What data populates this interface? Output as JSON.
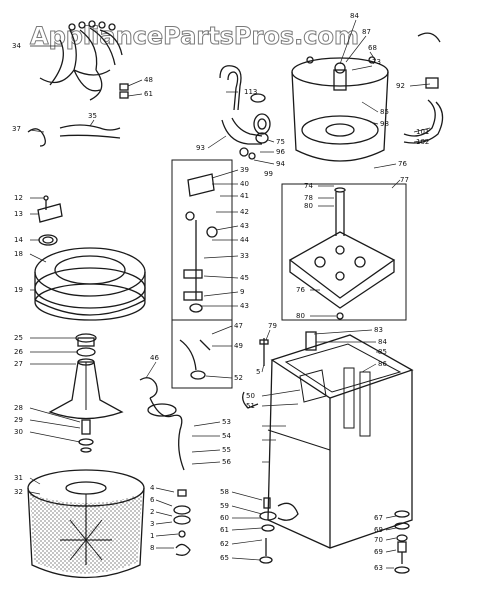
{
  "watermark": "AppliancePartsPros.com",
  "callouts": [
    {
      "text": "34"
    },
    {
      "text": "48"
    },
    {
      "text": "61"
    },
    {
      "text": "37"
    },
    {
      "text": "35"
    },
    {
      "text": "12"
    },
    {
      "text": "13"
    },
    {
      "text": "14"
    },
    {
      "text": "18"
    },
    {
      "text": "19"
    },
    {
      "text": "25"
    },
    {
      "text": "26"
    },
    {
      "text": "27"
    },
    {
      "text": "28"
    },
    {
      "text": "29"
    },
    {
      "text": "30"
    },
    {
      "text": "31"
    },
    {
      "text": "32"
    },
    {
      "text": "39"
    },
    {
      "text": "40"
    },
    {
      "text": "41"
    },
    {
      "text": "42"
    },
    {
      "text": "43"
    },
    {
      "text": "44"
    },
    {
      "text": "33"
    },
    {
      "text": "45"
    },
    {
      "text": "9"
    },
    {
      "text": "43"
    },
    {
      "text": "47"
    },
    {
      "text": "49"
    },
    {
      "text": "52"
    },
    {
      "text": "46"
    },
    {
      "text": "53"
    },
    {
      "text": "54"
    },
    {
      "text": "55"
    },
    {
      "text": "56"
    },
    {
      "text": "4"
    },
    {
      "text": "6"
    },
    {
      "text": "2"
    },
    {
      "text": "3"
    },
    {
      "text": "1"
    },
    {
      "text": "8"
    },
    {
      "text": "58"
    },
    {
      "text": "59"
    },
    {
      "text": "60"
    },
    {
      "text": "61"
    },
    {
      "text": "62"
    },
    {
      "text": "65"
    },
    {
      "text": "84"
    },
    {
      "text": "87"
    },
    {
      "text": "68"
    },
    {
      "text": "73"
    },
    {
      "text": "92"
    },
    {
      "text": "113"
    },
    {
      "text": "85"
    },
    {
      "text": "98"
    },
    {
      "text": "75"
    },
    {
      "text": "96"
    },
    {
      "text": "94"
    },
    {
      "text": "99"
    },
    {
      "text": "93"
    },
    {
      "text": "101"
    },
    {
      "text": "102"
    },
    {
      "text": "76"
    },
    {
      "text": "77"
    },
    {
      "text": "74"
    },
    {
      "text": "78"
    },
    {
      "text": "80"
    },
    {
      "text": "76"
    },
    {
      "text": "80"
    },
    {
      "text": "79"
    },
    {
      "text": "83"
    },
    {
      "text": "84"
    },
    {
      "text": "85"
    },
    {
      "text": "86"
    },
    {
      "text": "50"
    },
    {
      "text": "51"
    },
    {
      "text": "67"
    },
    {
      "text": "69"
    },
    {
      "text": "70"
    },
    {
      "text": "69"
    },
    {
      "text": "63"
    },
    {
      "text": "5"
    }
  ]
}
